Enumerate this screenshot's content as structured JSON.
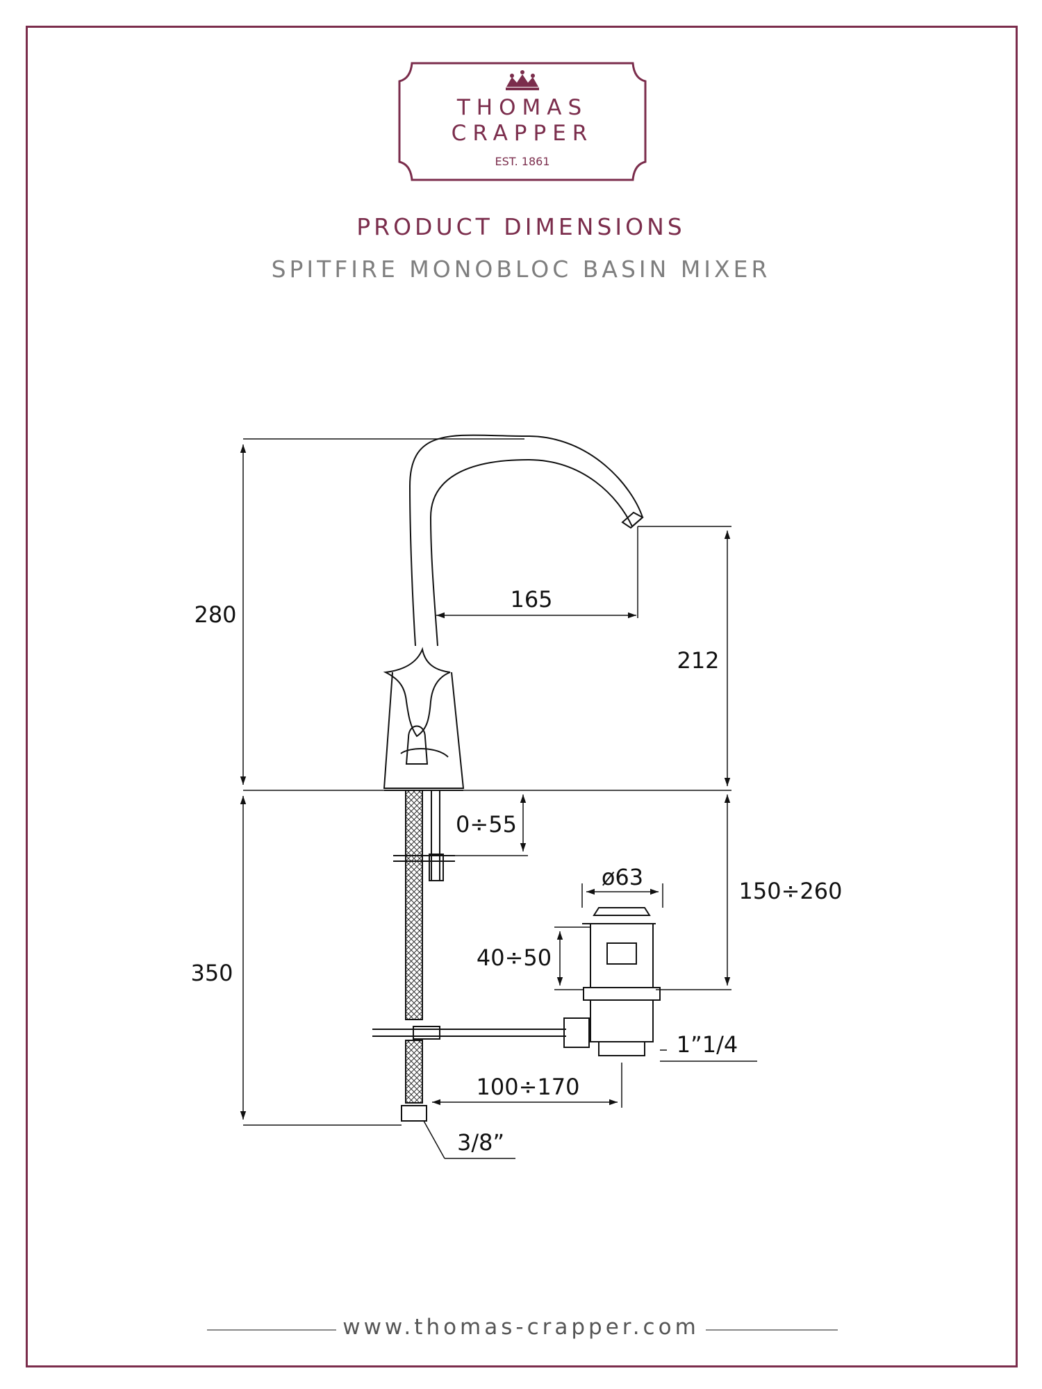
{
  "brand": {
    "line1": "THOMAS",
    "line2": "CRAPPER",
    "established": "EST. 1861"
  },
  "header": {
    "title": "PRODUCT DIMENSIONS",
    "subtitle": "SPITFIRE MONOBLOC BASIN MIXER"
  },
  "dimensions": {
    "total_height": "280",
    "spout_reach": "165",
    "spout_height": "212",
    "deck_thickness": "0÷55",
    "waste_diameter": "ø63",
    "basin_depth": "150÷260",
    "waste_height": "40÷50",
    "below_deck": "350",
    "waste_thread": "1”1/4",
    "rod_length": "100÷170",
    "supply_thread": "3/8”"
  },
  "footer": {
    "website": "www.thomas-crapper.com"
  },
  "colors": {
    "brand": "#7b2d4c",
    "subtitle": "#7e7e7e"
  }
}
